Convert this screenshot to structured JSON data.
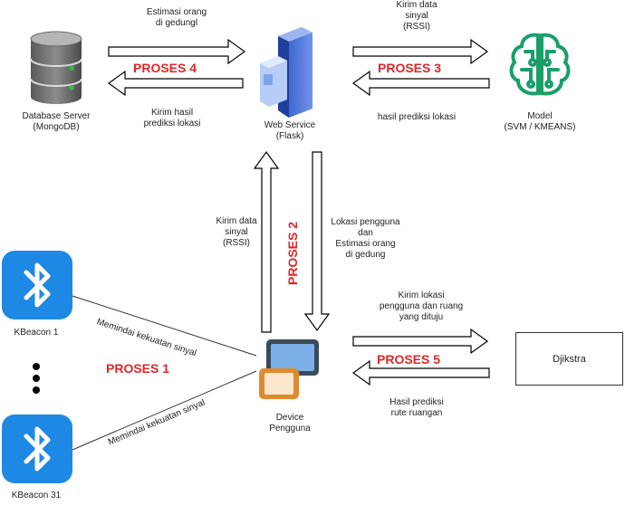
{
  "nodes": {
    "database": {
      "line1": "Database Server",
      "line2": "(MongoDB)"
    },
    "webservice": {
      "line1": "Web Service",
      "line2": "(Flask)"
    },
    "model": {
      "line1": "Model",
      "line2": "(SVM / KMEANS)"
    },
    "device": {
      "line1": "Device",
      "line2": "Pengguna"
    },
    "djikstra": {
      "label": "Djikstra"
    },
    "beacon1": {
      "label": "KBeacon 1"
    },
    "beacon31": {
      "label": "KBeacon 31"
    }
  },
  "process_labels": {
    "p1": "PROSES 1",
    "p2": "PROSES 2",
    "p3": "PROSES 3",
    "p4": "PROSES 4",
    "p5": "PROSES 5"
  },
  "edge_labels": {
    "ws_to_db": [
      "Estimasi orang",
      "di gedungl"
    ],
    "db_to_ws": [
      "Kirim hasil",
      "prediksi lokasi"
    ],
    "ws_to_model": [
      "Kirim data",
      "sinyal",
      "(RSSI)"
    ],
    "model_to_ws": [
      "hasil prediksi lokasi"
    ],
    "device_to_ws": [
      "Kirim data",
      "sinyal",
      "(RSSI)"
    ],
    "ws_to_device": [
      "Lokasi pengguna",
      "dan",
      "Estimasi orang",
      "di gedung"
    ],
    "device_to_djikstra": [
      "Kirim lokasi",
      "pengguna dan ruang",
      "yang dituju"
    ],
    "djikstra_to_device": [
      "Hasil prediksi",
      "rute ruangan"
    ],
    "scan1": "Memindai kekuatan sinyal",
    "scan31": "Memindai kekuatan sinyal"
  },
  "colors": {
    "proses_red": "#e0262a",
    "bluetooth_blue": "#1e88e5",
    "model_green": "#1b9e6a",
    "server_blue": "#3f6fd8"
  }
}
